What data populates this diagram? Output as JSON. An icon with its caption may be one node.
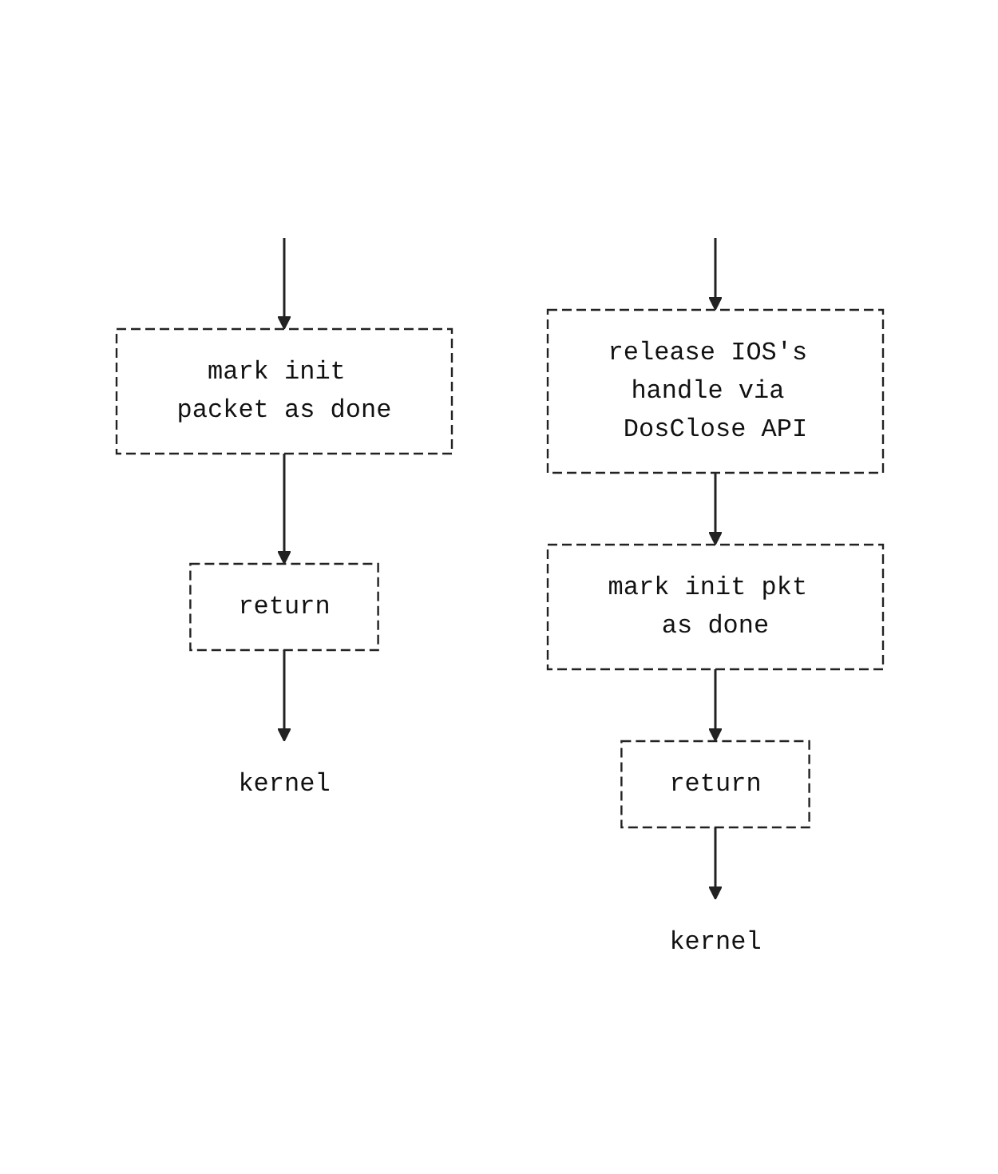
{
  "diagram": {
    "nodes": [
      {
        "text": [
          "mark init packet as done"
        ]
      },
      {
        "text": [
          "return"
        ]
      },
      {
        "text": [
          "kernel"
        ]
      },
      {
        "text": [
          "release IOS's handle via DosClose API"
        ]
      },
      {
        "text": [
          "mark init pkt as done"
        ]
      },
      {
        "text": [
          "return"
        ]
      },
      {
        "text": [
          "kernel"
        ]
      }
    ],
    "edges": [
      {
        "from": null,
        "to": 0,
        "arrow": "to"
      },
      {
        "from": 0,
        "to": 1,
        "arrow": "to"
      },
      {
        "from": 1,
        "to": 2,
        "arrow": "to"
      },
      {
        "from": null,
        "to": 3,
        "arrow": "to"
      },
      {
        "from": 3,
        "to": 4,
        "arrow": "to"
      },
      {
        "from": 4,
        "to": 5,
        "arrow": "to"
      },
      {
        "from": 5,
        "to": 6,
        "arrow": "to"
      }
    ]
  }
}
